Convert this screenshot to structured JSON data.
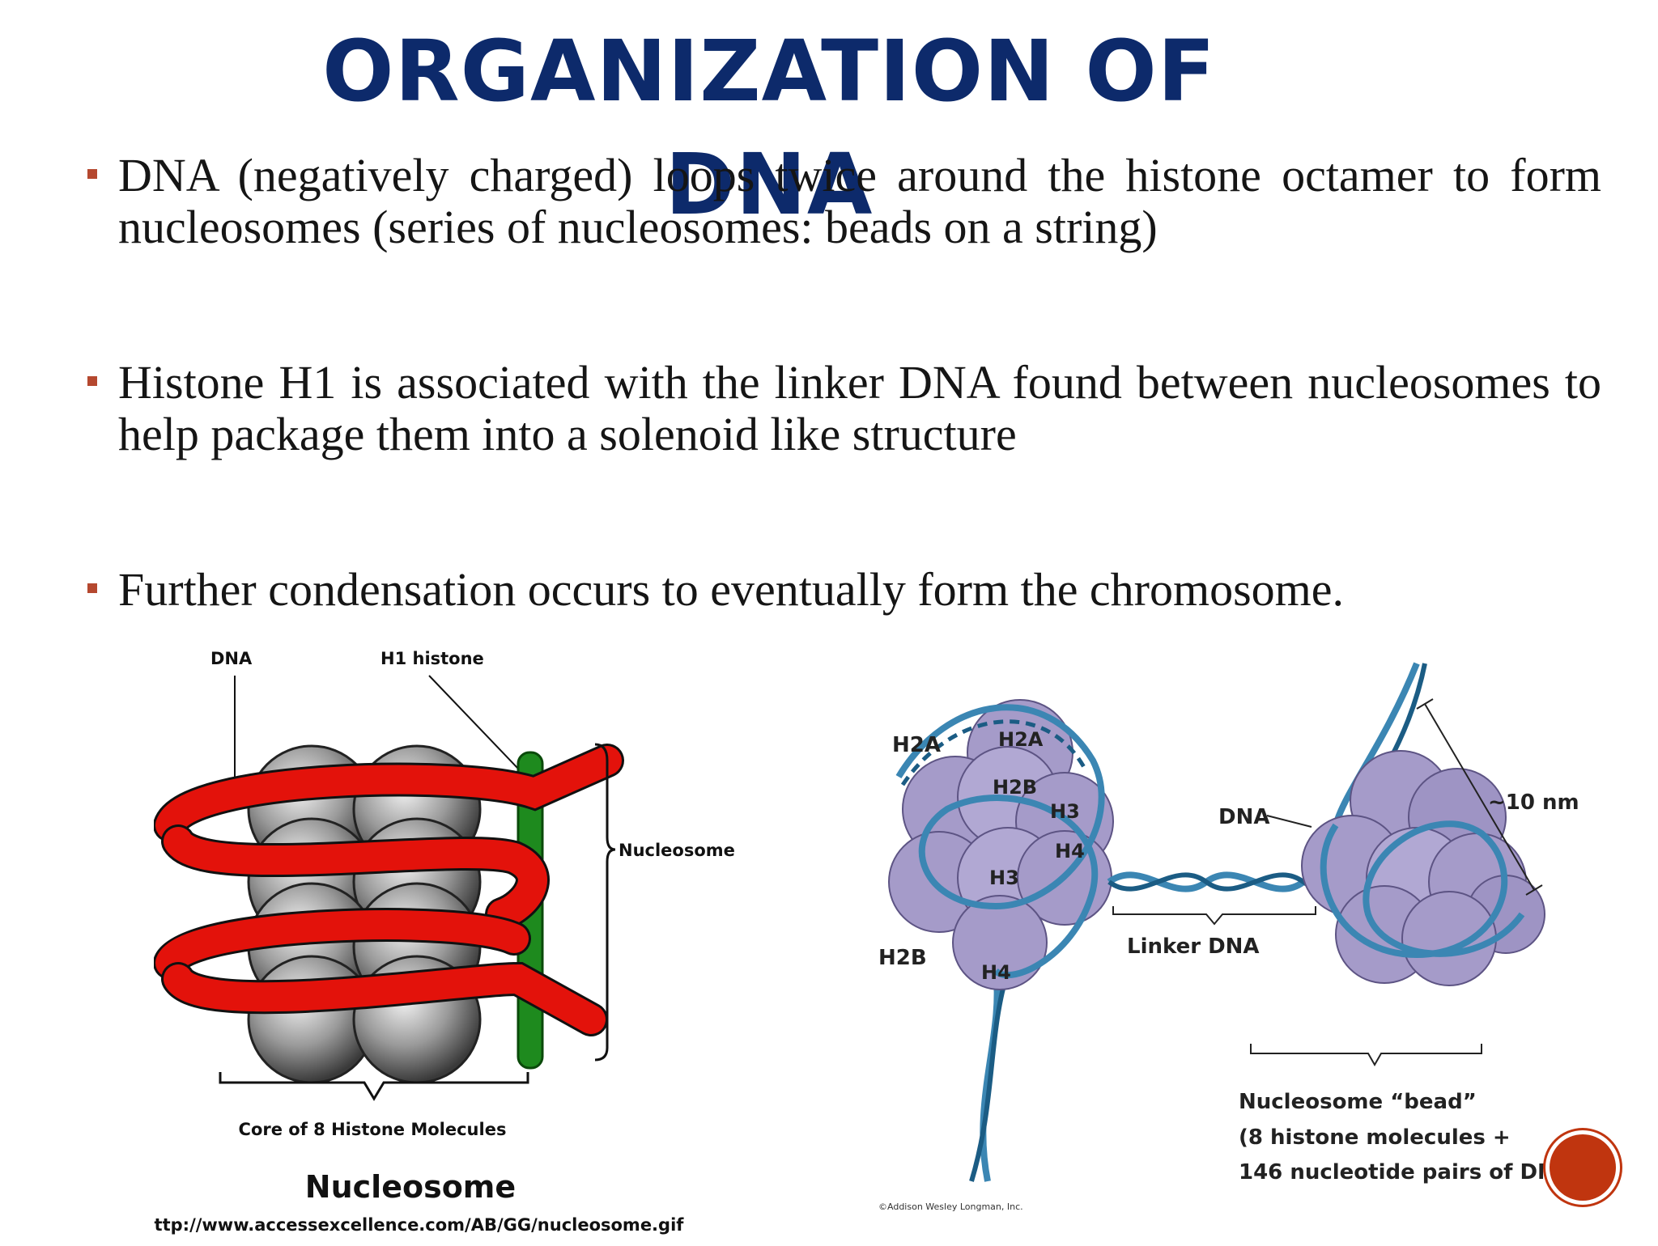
{
  "title": "ORGANIZATION OF DNA",
  "bullets": [
    "DNA (negatively charged) loops twice around the histone octamer to form nucleosomes (series of nucleosomes: beads on a string)",
    "Histone H1 is associated with the linker DNA found between nucleosomes to help package them into a solenoid like structure",
    "Further condensation occurs to eventually form the chromosome."
  ],
  "colors": {
    "title": "#0d2a6b",
    "bullet_marker": "#b5482f",
    "dna_ribbon": "#e3120b",
    "h1_histone": "#1e8a1e",
    "histone_bead": "#a59bc9",
    "helix": "#3b86b3",
    "nav_button": "#c0350f"
  },
  "figure_left": {
    "label_dna": "DNA",
    "label_h1": "H1 histone",
    "label_nucleosome": "Nucleosome",
    "label_core": "Core of 8 Histone Molecules",
    "caption": "Nucleosome",
    "url": "http://www.accessexcellence.com/AB/GG/nucleosome.gif"
  },
  "figure_right": {
    "h2a_1": "H2A",
    "h2a_2": "H2A",
    "h2b_1": "H2B",
    "h3_1": "H3",
    "h4_1": "H4",
    "h3_2": "H3",
    "h2b_2": "H2B",
    "h4_2": "H4",
    "dna": "DNA",
    "size": "~10 nm",
    "linker": "Linker DNA",
    "bead_line1": "Nucleosome “bead”",
    "bead_line2": "(8 histone molecules +",
    "bead_line3": "146 nucleotide pairs of DNA)",
    "copyright": "©Addison Wesley Longman, Inc."
  },
  "nav": {
    "icon": "circle-next-icon"
  }
}
